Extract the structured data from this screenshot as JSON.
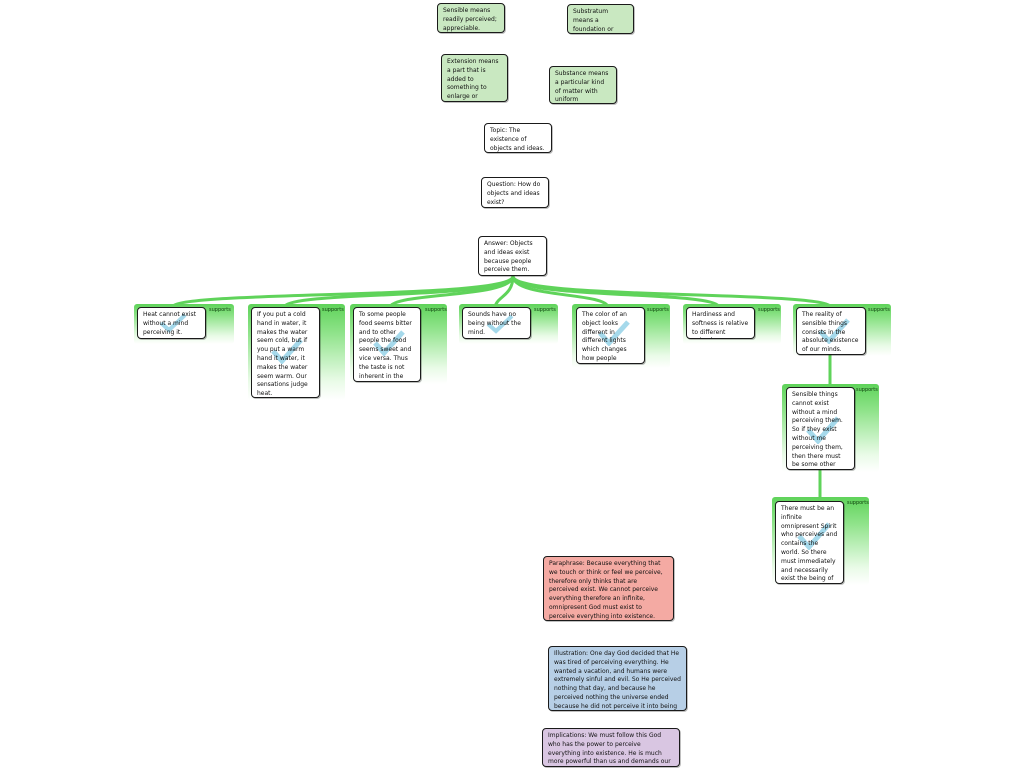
{
  "colors": {
    "connector": "#5fd35a",
    "support_box": "#5fd35a",
    "definition_fill": "#c9e8c1",
    "paraphrase_fill": "#f4aaa3",
    "illustration_fill": "#b7cfe6",
    "implications_fill": "#d9c6e2",
    "checkmark": "#8fd0e6"
  },
  "definitions": {
    "sensible": "Sensible means readily perceived; appreciable.",
    "substratum": "Substratum means a foundation or basis of something.",
    "extension": "Extension means a part that is added to something to enlarge or prolong it; a continuation.",
    "substance": "Substance means a particular kind of matter with uniform properties."
  },
  "topic": "Topic: The existence of objects and ideas.",
  "question": "Question: How do objects and ideas exist?",
  "answer": "Answer: Objects and ideas exist because people perceive them.",
  "support_label": "supports",
  "reasons": {
    "heat": "Heat cannot exist without a mind perceiving it.",
    "water": "If you put a cold hand in water, it makes the water seem cold, but if you put a warm hand it water, it makes the water seem warm. Our sensations judge heat.",
    "food": "To some people food seems bitter and to other people the food seems sweet and vice versa. Thus the taste is not inherent in the food.",
    "sounds": "Sounds have no being without the mind.",
    "color": "The color of an object looks different in different lights which changes how people perceive it.",
    "hardiness": "Hardiness and softness is relative to different animals.",
    "reality": "The reality of sensible things consists in the absolute existence of our minds.",
    "other_mind": "Sensible things cannot exist without a mind perceiving them. So if they exist without me perceiving them, then there must be some other mind that perceives it.",
    "spirit": "There must be an infinite omnipresent Spirit who perceives and contains the world. So there must immediately and necessarily exist the being of a God."
  },
  "paraphrase": "Paraphrase: Because everything that we touch or think or feel we perceive, therefore only thinks that are perceived exist. We cannot perceive everything therefore an infinite, omnipresent God must exist to perceive everything into existence.",
  "illustration": "Illustration: One day God decided that He was tired of perceiving everything. He wanted a vacation, and humans were extremely sinful and evil. So He perceived nothing that day, and because he perceived nothing the universe ended because he did not perceive it into being and reality.",
  "implications": "Implications: We must follow this God who has the power to perceive everything into existence. He is much more powerful than us and demands our allegiance to Him."
}
